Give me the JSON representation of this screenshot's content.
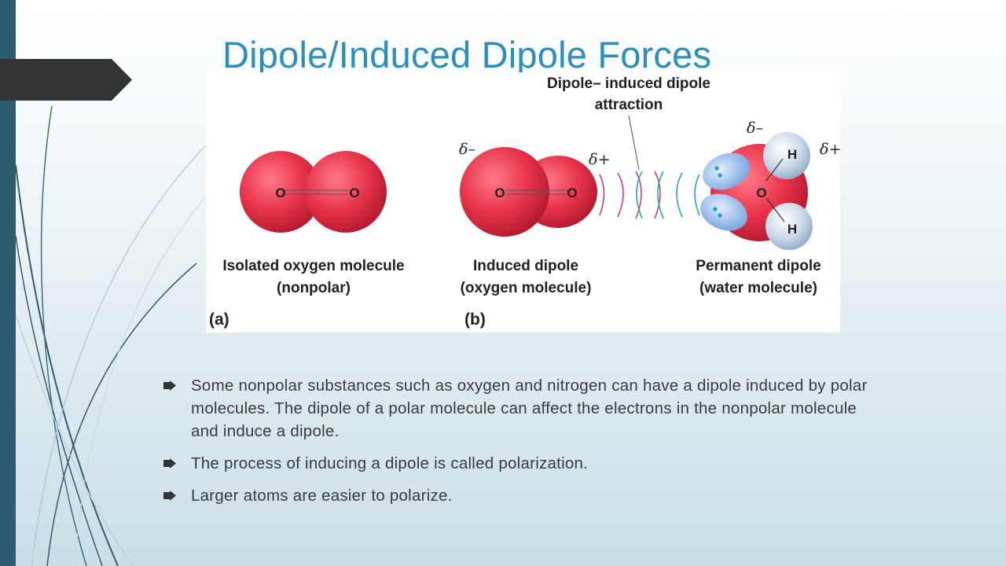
{
  "slide": {
    "title": "Dipole/Induced Dipole Forces"
  },
  "figure": {
    "attraction_label_line1": "Dipole– induced dipole",
    "attraction_label_line2": "attraction",
    "panel_a": {
      "letter": "(a)",
      "caption_line1": "Isolated oxygen molecule",
      "caption_line2": "(nonpolar)",
      "atom_labels": [
        "O",
        "O"
      ]
    },
    "panel_b": {
      "letter": "(b)",
      "induced": {
        "caption_line1": "Induced dipole",
        "caption_line2": "(oxygen molecule)",
        "atom_labels": [
          "O",
          "O"
        ],
        "delta_minus": "δ–",
        "delta_plus": "δ+"
      },
      "permanent": {
        "caption_line1": "Permanent dipole",
        "caption_line2": "(water molecule)",
        "atom_labels": [
          "O",
          "H",
          "H"
        ],
        "delta_minus": "δ–",
        "delta_plus": "δ+"
      }
    },
    "colors": {
      "oxygen": "#e8334a",
      "hydrogen": "#b9cce0",
      "lone_pair": "#8fb5e3",
      "field_magenta": "#cc3b8a",
      "field_teal": "#2aa5b5"
    }
  },
  "bullets": [
    "Some nonpolar substances such as oxygen and nitrogen can have a dipole induced by polar molecules. The dipole of a polar molecule can affect the electrons in the nonpolar molecule and induce a dipole.",
    "The process of inducing a dipole is called polarization.",
    "Larger atoms are easier to polarize."
  ],
  "icons": {
    "bullet": "arrow-bullet-icon",
    "title_tab": "title-tab-shape"
  }
}
